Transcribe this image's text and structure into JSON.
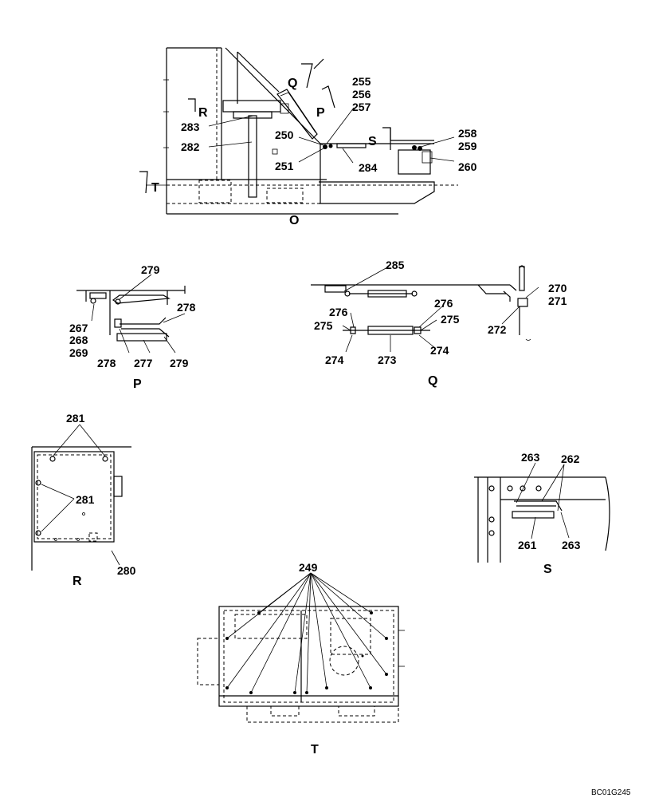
{
  "labels": {
    "main": [
      "255",
      "256",
      "257",
      "283",
      "282",
      "250",
      "251",
      "284",
      "258",
      "259",
      "260"
    ],
    "p": [
      "279",
      "278",
      "267",
      "268",
      "269",
      "278",
      "277",
      "279"
    ],
    "q": [
      "285",
      "270",
      "271",
      "276",
      "275",
      "272",
      "276",
      "275",
      "274",
      "273",
      "274"
    ],
    "r": [
      "281",
      "281",
      "280"
    ],
    "s": [
      "263",
      "262",
      "261",
      "263"
    ],
    "t": [
      "249"
    ]
  },
  "view_marks": {
    "main": [
      "Q",
      "R",
      "P",
      "S",
      "T",
      "O"
    ],
    "p": "P",
    "q": "Q",
    "r": "R",
    "s": "S",
    "t": "T"
  },
  "drawing_code": "BC01G245"
}
